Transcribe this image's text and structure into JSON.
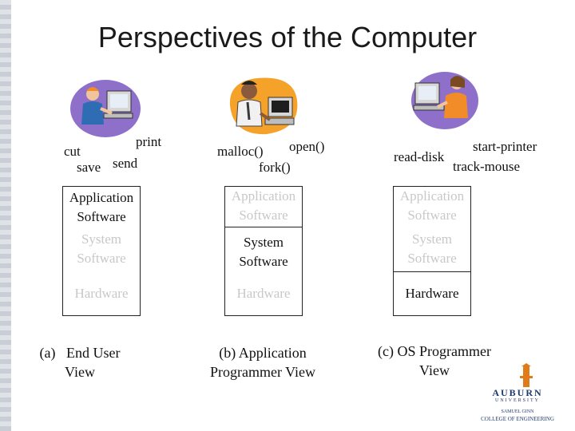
{
  "title": "Perspectives of the Computer",
  "views": [
    {
      "ops": [
        "print",
        "cut",
        "save",
        "send"
      ],
      "layers": {
        "app": "Application Software",
        "sys": "System Software",
        "hw": "Hardware"
      },
      "caption": "(a)   End User View"
    },
    {
      "ops": [
        "open()",
        "malloc()",
        "fork()"
      ],
      "layers": {
        "app": "Application Software",
        "sys": "System Software",
        "hw": "Hardware"
      },
      "caption": "(b) Application Programmer View"
    },
    {
      "ops": [
        "start-printer",
        "read-disk",
        "track-mouse"
      ],
      "layers": {
        "app": "Application Software",
        "sys": "System Software",
        "hw": "Hardware"
      },
      "caption": "(c) OS Programmer View"
    }
  ],
  "logo": {
    "name": "AUBURN",
    "sub": "UNIVERSITY",
    "line1": "SAMUEL GINN",
    "line2": "COLLEGE OF ENGINEERING"
  },
  "colors": {
    "faded_text": "#c8c8c8",
    "purple_blob": "#8e6fc9",
    "orange_blob": "#f4a22a",
    "logo_navy": "#1f3a6e",
    "logo_orange": "#e07b1a"
  }
}
